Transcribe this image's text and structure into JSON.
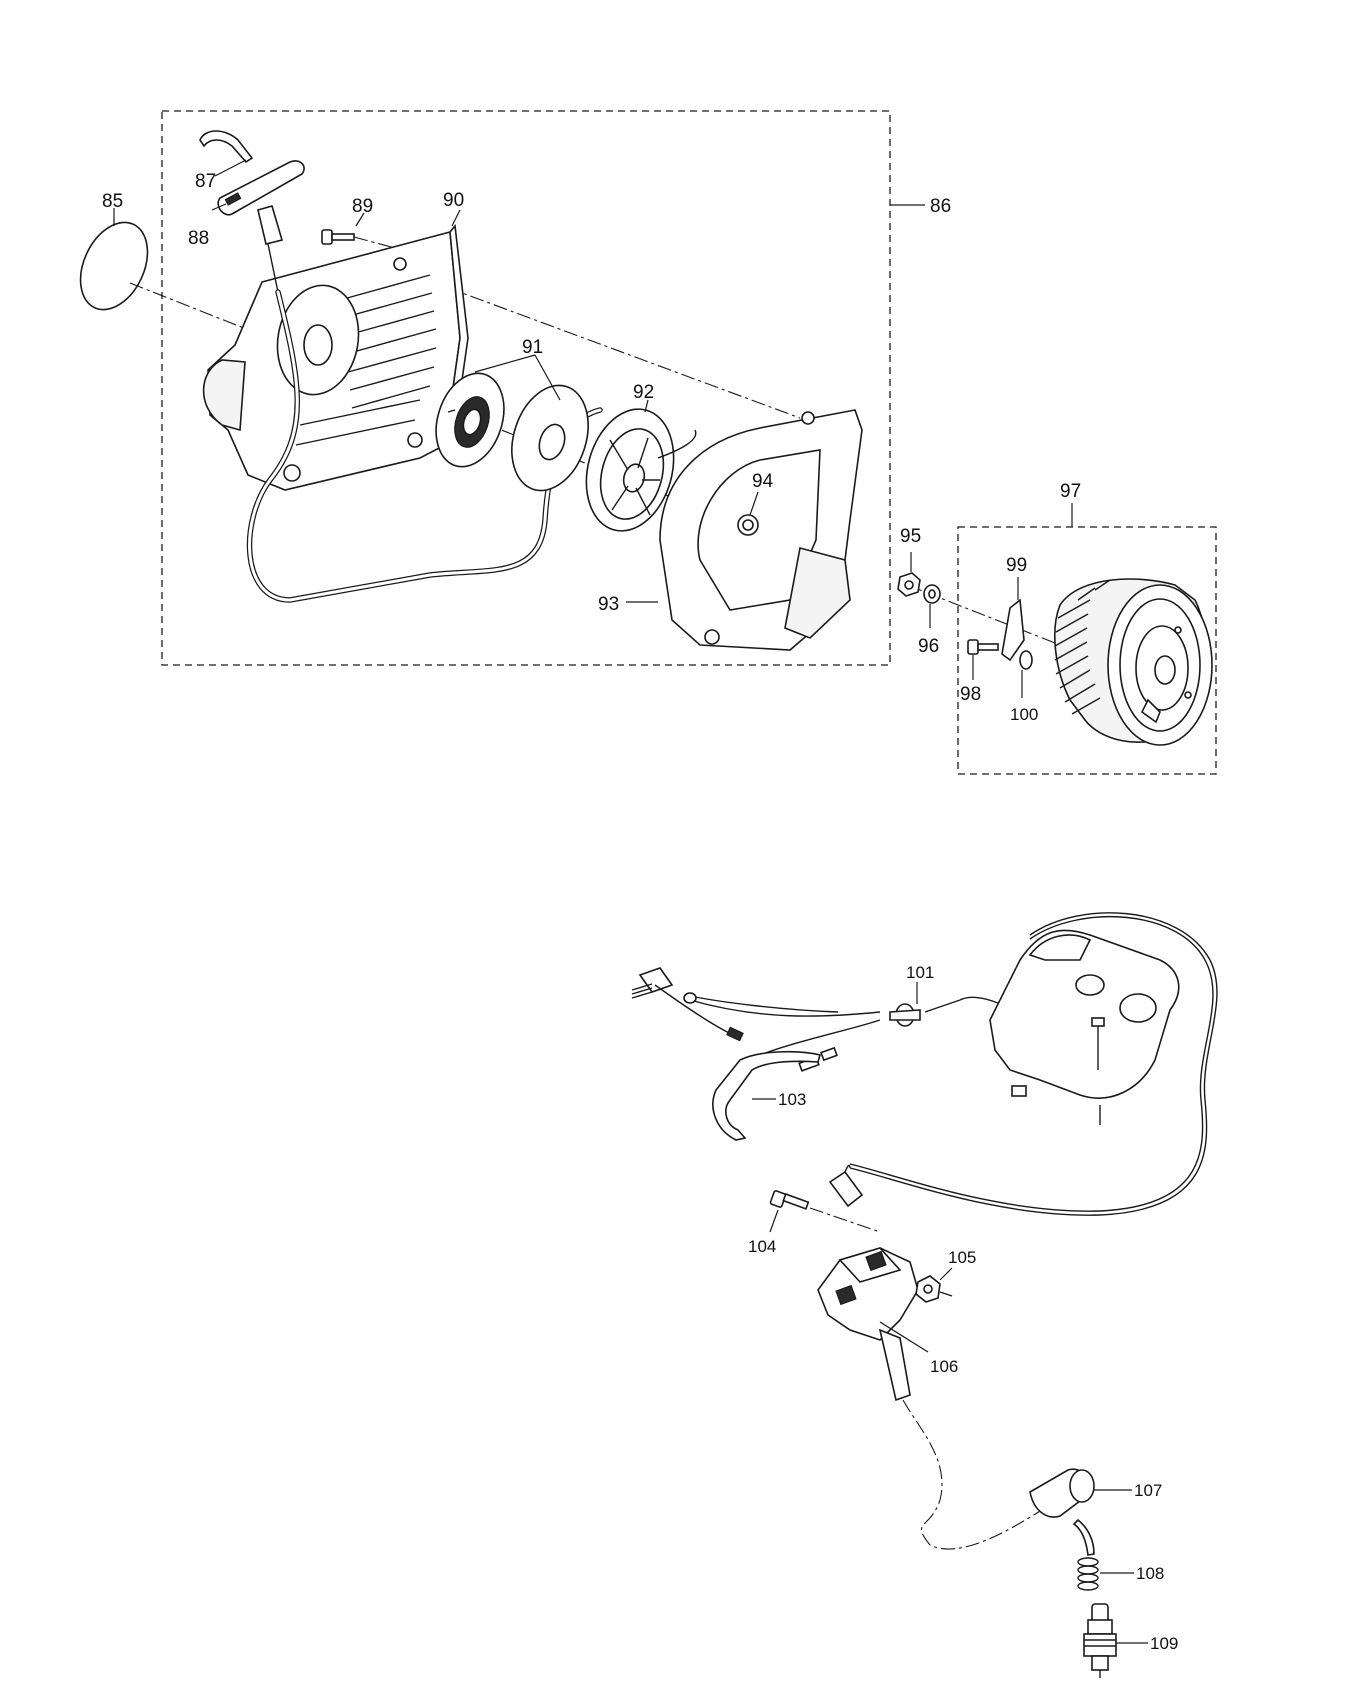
{
  "callouts": {
    "c85": "85",
    "c86": "86",
    "c87": "87",
    "c88": "88",
    "c89": "89",
    "c90": "90",
    "c91": "91",
    "c92": "92",
    "c93": "93",
    "c94": "94",
    "c95": "95",
    "c96": "96",
    "c97": "97",
    "c98": "98",
    "c99": "99",
    "c100": "100",
    "c101": "101",
    "c103": "103",
    "c104": "104",
    "c105": "105",
    "c106": "106",
    "c107": "107",
    "c108": "108",
    "c109": "109"
  }
}
